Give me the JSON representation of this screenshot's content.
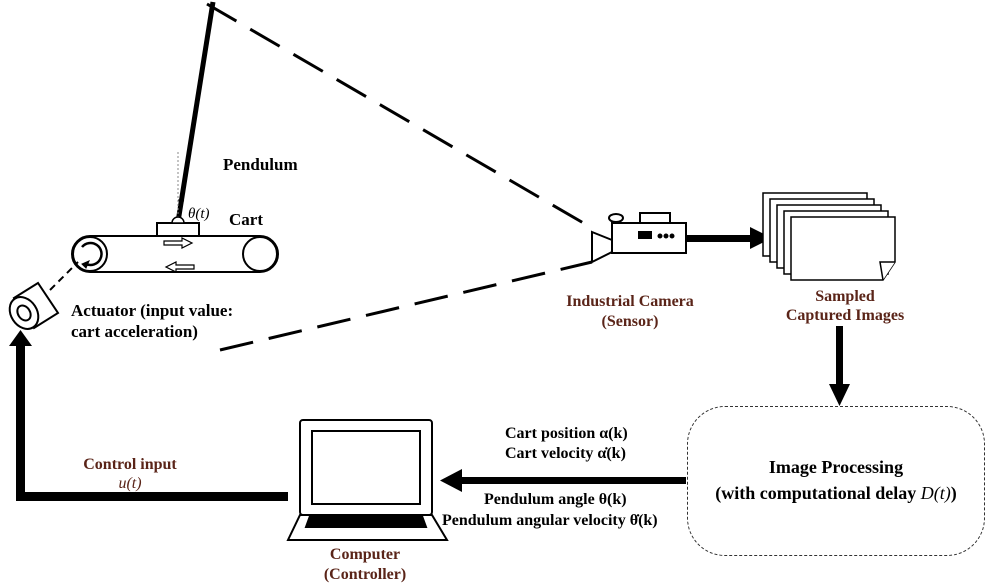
{
  "labels": {
    "pendulum": "Pendulum",
    "theta": "θ(t)",
    "cart": "Cart",
    "actuator_line1": "Actuator (input value:",
    "actuator_line2": "cart acceleration)",
    "camera_line1": "Industrial Camera",
    "camera_line2": "(Sensor)",
    "images_line1": "Sampled",
    "images_line2": "Captured Images",
    "processing_line1": "Image Processing",
    "processing_line2_prefix": "(with computational delay ",
    "processing_delay": "D(t)",
    "processing_line2_suffix": ")",
    "cart_position": "Cart position α(k)",
    "cart_velocity": "Cart velocity α̇(k)",
    "pendulum_angle": "Pendulum angle θ(k)",
    "pendulum_angular_velocity": "Pendulum angular velocity θ̇(k)",
    "control_input_line1": "Control input",
    "control_input_line2": "u(t)",
    "computer_line1": "Computer",
    "computer_line2": "(Controller)"
  },
  "colors": {
    "caption_brown": "#5a2418",
    "line": "#000000"
  }
}
